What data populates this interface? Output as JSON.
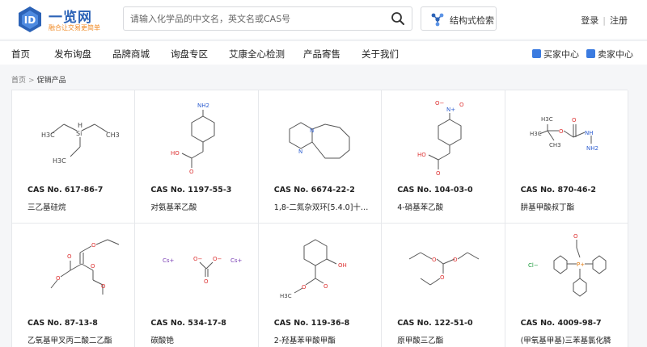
{
  "brand": {
    "name": "一览网",
    "slogan": "融合让交易更简单",
    "logo_icon": "hexagon-logo-icon",
    "colors": {
      "primary": "#2c63b7",
      "accent": "#f08a24"
    }
  },
  "search": {
    "placeholder": "请输入化学品的中文名，英文名或CAS号",
    "value": "",
    "icon": "search-icon"
  },
  "structure_search": {
    "label": "结构式检索",
    "icon": "molecule-icon"
  },
  "auth": {
    "login": "登录",
    "separator": "|",
    "register": "注册"
  },
  "nav": {
    "items": [
      "首页",
      "发布询盘",
      "品牌商城",
      "询盘专区",
      "艾康全心检测",
      "产品寄售",
      "关于我们"
    ],
    "right": [
      {
        "label": "买家中心",
        "icon": "buyer-icon"
      },
      {
        "label": "卖家中心",
        "icon": "seller-icon"
      }
    ]
  },
  "breadcrumb": {
    "home": "首页",
    "separator": ">",
    "current": "促销产品"
  },
  "products": [
    {
      "cas": "CAS No. 617-86-7",
      "name": "三乙基硅烷",
      "structure": "triethylsilane"
    },
    {
      "cas": "CAS No. 1197-55-3",
      "name": "对氨基苯乙酸",
      "structure": "4-aminophenylacetic-acid"
    },
    {
      "cas": "CAS No. 6674-22-2",
      "name": "1,8-二氮杂双环[5.4.0]十一...",
      "structure": "dbu"
    },
    {
      "cas": "CAS No. 104-03-0",
      "name": "4-硝基苯乙酸",
      "structure": "4-nitrophenylacetic-acid"
    },
    {
      "cas": "CAS No. 870-46-2",
      "name": "肼基甲酸叔丁酯",
      "structure": "tert-butyl-carbazate"
    },
    {
      "cas": "CAS No. 87-13-8",
      "name": "乙氧基甲叉丙二酸二乙酯",
      "structure": "diethyl-ethoxymethylenemalonate"
    },
    {
      "cas": "CAS No. 534-17-8",
      "name": "碳酸铯",
      "structure": "cesium-carbonate"
    },
    {
      "cas": "CAS No. 119-36-8",
      "name": "2-羟基苯甲酸甲酯",
      "structure": "methyl-salicylate"
    },
    {
      "cas": "CAS No. 122-51-0",
      "name": "原甲酸三乙酯",
      "structure": "triethyl-orthoformate"
    },
    {
      "cas": "CAS No. 4009-98-7",
      "name": "(甲氧基甲基)三苯基氯化膦",
      "structure": "methoxymethyl-triphenylphosphonium-chloride"
    }
  ],
  "structure_labels": {
    "triethylsilane": {
      "si": "Si",
      "h": "H",
      "ch3a": "H3C",
      "ch3b": "CH3",
      "ch3c": "H3C"
    },
    "aminophenylacetic": {
      "nh2": "NH2",
      "ho": "HO",
      "o": "O"
    },
    "dbu": {
      "n1": "N",
      "n2": "N"
    },
    "nitrophenylacetic": {
      "o_minus": "O−",
      "nplus": "N+",
      "o": "O",
      "ho": "HO",
      "o2": "O"
    },
    "carbazate": {
      "h3c": "H3C",
      "ch3": "CH3",
      "h3c2": "H3C",
      "o1": "O",
      "o2": "O",
      "nh": "NH",
      "nh2": "NH2"
    },
    "malonate": {
      "o1": "O",
      "o2": "O",
      "o3": "O",
      "o4": "O",
      "o5": "O"
    },
    "cesium": {
      "cs1": "Cs+",
      "cs2": "Cs+",
      "o1": "O−",
      "o2": "O−",
      "o3": "O"
    },
    "salicylate": {
      "oh": "OH",
      "o": "O",
      "h3c": "H3C",
      "o2": "O"
    },
    "orthoformate": {
      "o1": "O",
      "o2": "O",
      "o3": "O"
    },
    "phosphonium": {
      "cl": "Cl−",
      "p": "P+",
      "o": "O"
    }
  }
}
